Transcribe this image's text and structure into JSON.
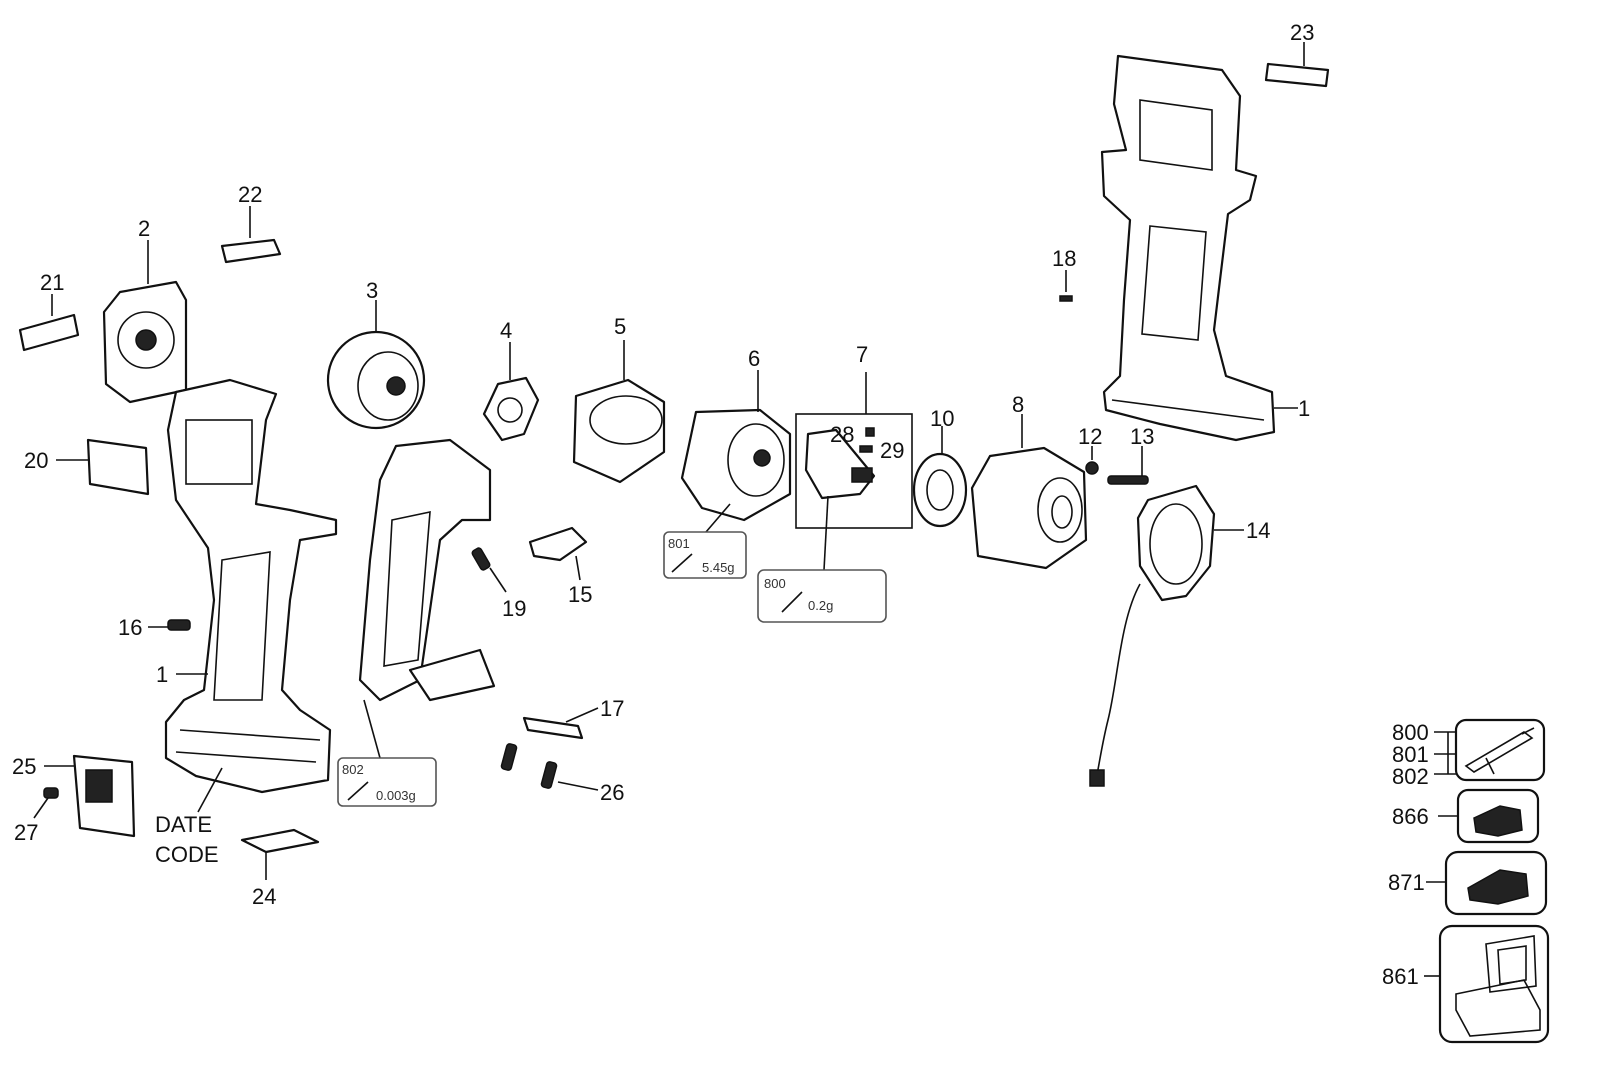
{
  "diagram": {
    "callouts": {
      "c1a": "1",
      "c1b": "1",
      "c2": "2",
      "c3": "3",
      "c4": "4",
      "c5": "5",
      "c6": "6",
      "c7": "7",
      "c8": "8",
      "c10": "10",
      "c12": "12",
      "c13": "13",
      "c14": "14",
      "c15": "15",
      "c16": "16",
      "c17": "17",
      "c18": "18",
      "c19": "19",
      "c20": "20",
      "c21": "21",
      "c22": "22",
      "c23": "23",
      "c24": "24",
      "c25": "25",
      "c26": "26",
      "c27": "27",
      "c28": "28",
      "c29": "29",
      "c800": "800",
      "c801": "801",
      "c802": "802",
      "c866": "866",
      "c871": "871",
      "c861": "861"
    },
    "date_code": {
      "line1": "DATE",
      "line2": "CODE"
    },
    "grease": {
      "g801": {
        "code": "801",
        "amount": "5.45g"
      },
      "g800": {
        "code": "800",
        "amount": "0.2g"
      },
      "g802": {
        "code": "802",
        "amount": "0.003g"
      }
    },
    "colors": {
      "ink": "#111111",
      "background": "#ffffff"
    }
  }
}
